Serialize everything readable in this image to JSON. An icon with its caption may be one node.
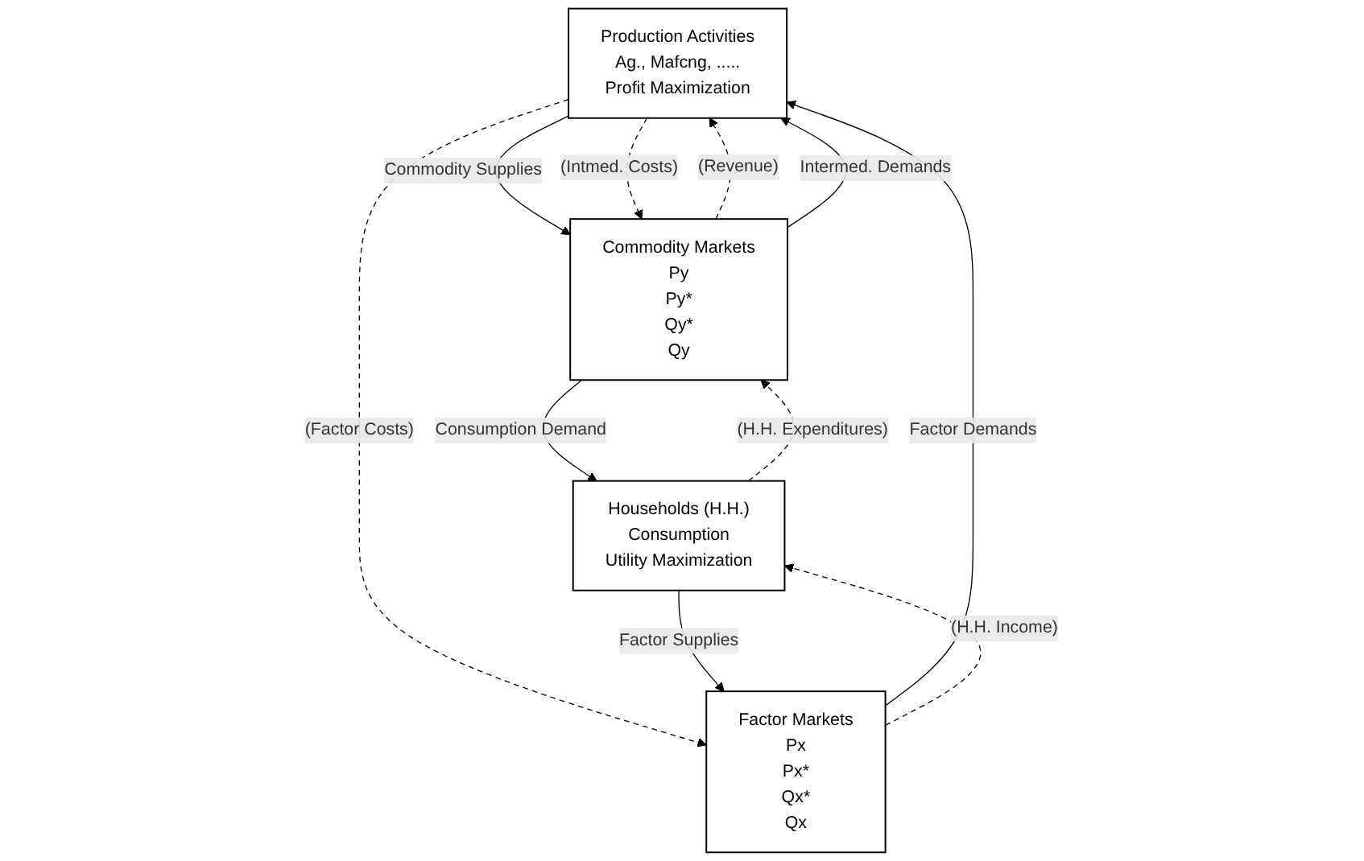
{
  "diagram": {
    "nodes": [
      {
        "text": [
          "Production Activities",
          "Ag., Mafcng, .....",
          "Profit Maximization"
        ]
      },
      {
        "text": [
          "Commodity Markets",
          "Py",
          "Py*",
          "Qy*",
          "Qy"
        ]
      },
      {
        "text": [
          "Factor Markets",
          "Px",
          "Px*",
          "Qx*",
          "Qx"
        ]
      },
      {
        "text": [
          "Households (H.H.)",
          "Consumption",
          "Utility Maximization"
        ]
      }
    ],
    "edges": [
      {
        "from": 0,
        "to": 1,
        "arrow": "to",
        "label": "Commodity Supplies"
      },
      {
        "from": 1,
        "to": 0,
        "arrow": "to",
        "label": "(Revenue)",
        "style": "dashed"
      },
      {
        "from": 0,
        "to": 1,
        "arrow": "to",
        "label": "(Intmed. Costs)",
        "style": "dashed"
      },
      {
        "from": 1,
        "to": 0,
        "arrow": "to",
        "label": "Intermed. Demands"
      },
      {
        "from": 2,
        "to": 0,
        "arrow": "to",
        "label": "Factor Demands"
      },
      {
        "from": 0,
        "to": 2,
        "arrow": "to",
        "label": "(Factor Costs)",
        "style": "dashed"
      },
      {
        "from": 3,
        "to": 1,
        "arrow": "to",
        "label": "(H.H. Expenditures)",
        "style": "dashed"
      },
      {
        "from": 1,
        "to": 3,
        "arrow": "to",
        "label": "Consumption Demand"
      },
      {
        "from": 2,
        "to": 3,
        "arrow": "to",
        "label": "(H.H. Income)",
        "style": "dashed"
      },
      {
        "from": 3,
        "to": 2,
        "arrow": "to",
        "label": "Factor Supplies"
      }
    ]
  }
}
